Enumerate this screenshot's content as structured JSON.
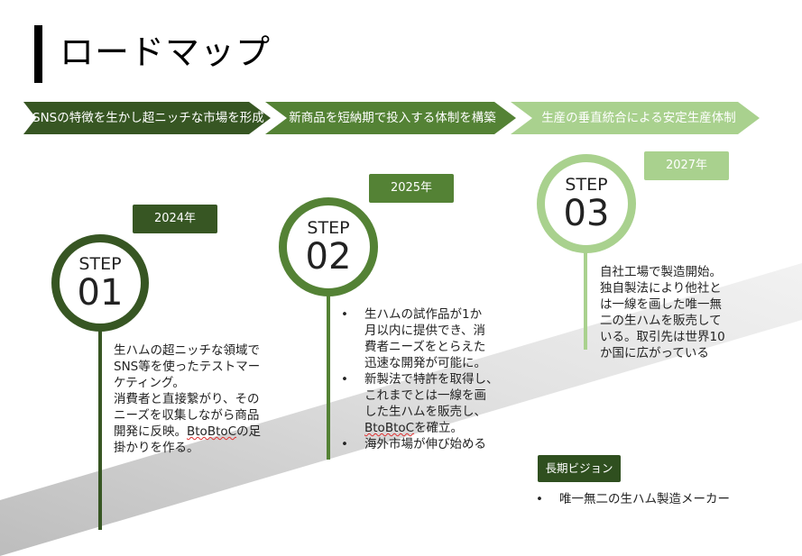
{
  "title": "ロードマップ",
  "colors": {
    "dark_green": "#375623",
    "mid_green": "#548235",
    "light_green": "#a9d18e",
    "road_gray": "#d6d6d6"
  },
  "phases": [
    {
      "label": "SNSの特徴を生かし超ニッチな市場を形成"
    },
    {
      "label": "新商品を短納期で投入する体制を構築"
    },
    {
      "label": "生産の垂直統合による安定生産体制"
    }
  ],
  "steps": [
    {
      "word": "STEP",
      "number": "01",
      "year": "2024年",
      "lines": [
        "生ハムの超ニッチな領域で",
        "SNS等を使ったテストマー",
        "ケティング。",
        "消費者と直接繋がり、その",
        "ニーズを収集しながら商品",
        "開発に反映。",
        "BtoBtoC",
        "の足",
        "掛かりを作る。"
      ]
    },
    {
      "word": "STEP",
      "number": "02",
      "year": "2025年",
      "bullets": [
        [
          "生ハムの試作品が1か",
          "月以内に提供でき、消",
          "費者ニーズをとらえた",
          "迅速な開発が可能に。"
        ],
        [
          "新製法で特許を取得し、",
          "これまでとは一線を画",
          "した生ハムを販売し、",
          "BtoBtoC",
          "を確立。"
        ],
        [
          "海外市場が伸び始める"
        ]
      ]
    },
    {
      "word": "STEP",
      "number": "03",
      "year": "2027年",
      "lines": [
        "自社工場で製造開始。",
        "独自製法により他社と",
        "は一線を画した唯一無",
        "二の生ハムを販売して",
        "いる。取引先は世界10",
        "か国に広がっている"
      ]
    }
  ],
  "vision": {
    "label": "長期ビジョン",
    "bullet": "唯一無二の生ハム製造メーカー"
  }
}
